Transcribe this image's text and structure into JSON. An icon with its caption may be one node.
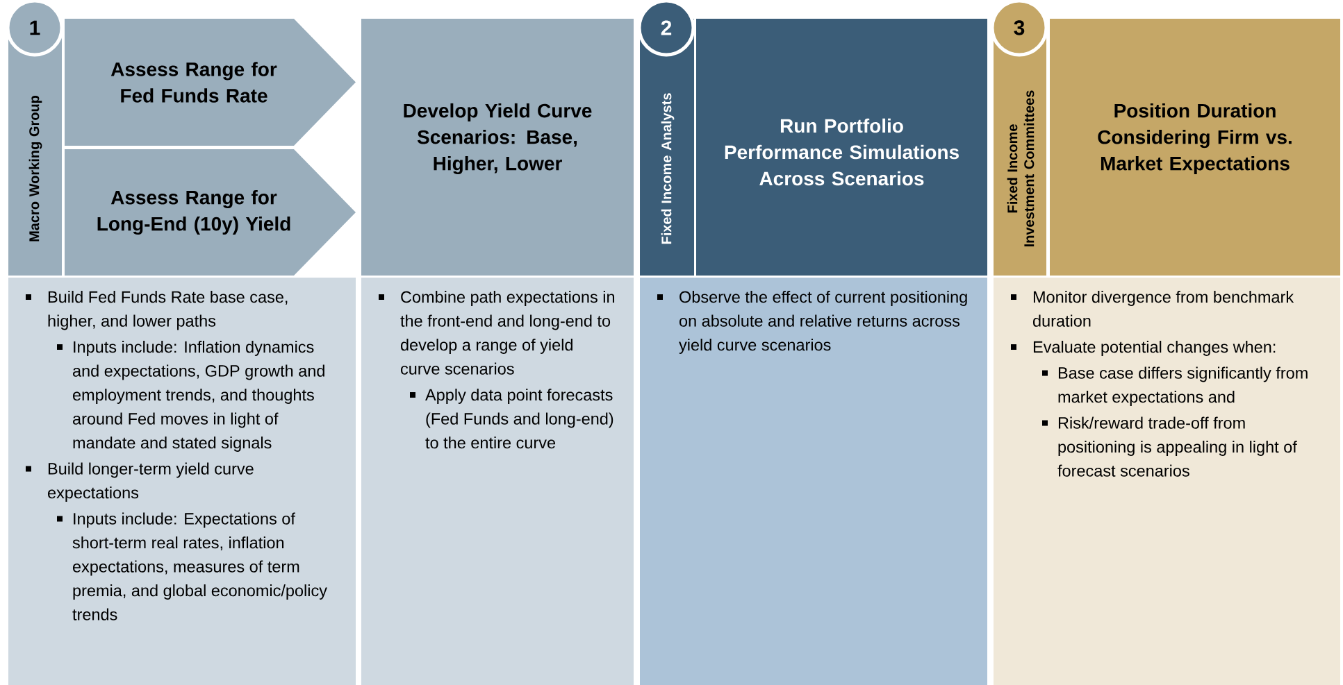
{
  "diagram": {
    "nodes": [
      {
        "text": [
          "1"
        ]
      },
      {
        "text": [
          "Macro Working Group"
        ]
      },
      {
        "text": [
          "Assess Range for Fed Funds Rate"
        ]
      },
      {
        "text": [
          "Assess Range for Long-End (10y) Yield"
        ]
      },
      {
        "text": [
          "Develop Yield Curve Scenarios: Base, Higher, Lower"
        ]
      },
      {
        "text": [
          "2"
        ]
      },
      {
        "text": [
          "Fixed Income Analysts"
        ]
      },
      {
        "text": [
          "Run Portfolio Performance Simulations Across Scenarios"
        ]
      },
      {
        "text": [
          "3"
        ]
      },
      {
        "text": [
          "Fixed Income Investment Committees"
        ]
      },
      {
        "text": [
          "Position Duration Considering Firm vs. Market Expectations"
        ]
      },
      {
        "text": [
          "Build Fed Funds Rate base case, higher, and lower paths",
          "Inputs include: Inflation dynamics and expectations, GDP growth and employment trends, and thoughts around Fed moves in light of mandate and stated signals",
          "Build longer-term yield curve expectations",
          "Inputs include:  Expectations of short-term real rates, inflation expectations, measures of term premia, and global economic/policy trends"
        ]
      },
      {
        "text": [
          "Combine path expectations in the front-end and long-end to develop a range of yield curve scenarios",
          "Apply data point forecasts (Fed Funds and long-end) to the entire curve"
        ]
      },
      {
        "text": [
          "Observe the effect of current positioning on absolute and relative returns across yield curve scenarios"
        ]
      },
      {
        "text": [
          "Monitor divergence from benchmark duration",
          "Evaluate potential changes when:",
          "Base case differs significantly from market expectations and",
          "Risk/reward trade-off from positioning is appealing in light of forecast scenarios"
        ]
      }
    ]
  }
}
